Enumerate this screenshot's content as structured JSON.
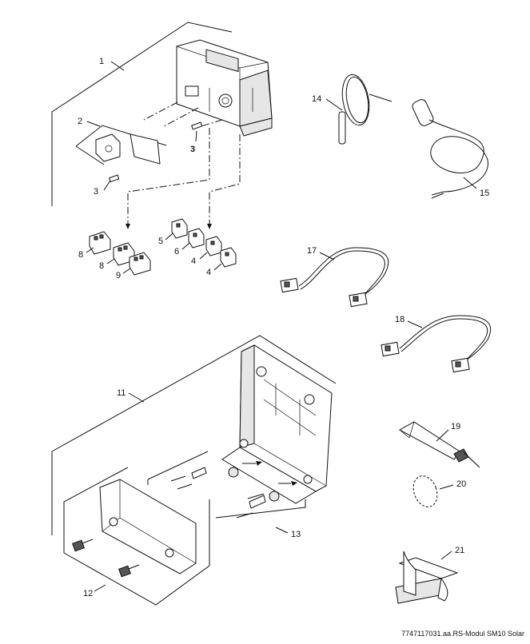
{
  "diagram": {
    "callouts": {
      "c1": "1",
      "c2": "2",
      "c3a": "3",
      "c3b": "3",
      "c4a": "4",
      "c4b": "4",
      "c5": "5",
      "c6": "6",
      "c8a": "8",
      "c8b": "8",
      "c9": "9",
      "c11": "11",
      "c12": "12",
      "c13": "13",
      "c14": "14",
      "c15": "15",
      "c17": "17",
      "c18": "18",
      "c19": "19",
      "c20": "20",
      "c21": "21"
    },
    "footer": "7747117031.aa.RS-Modul SM10 Solar"
  }
}
